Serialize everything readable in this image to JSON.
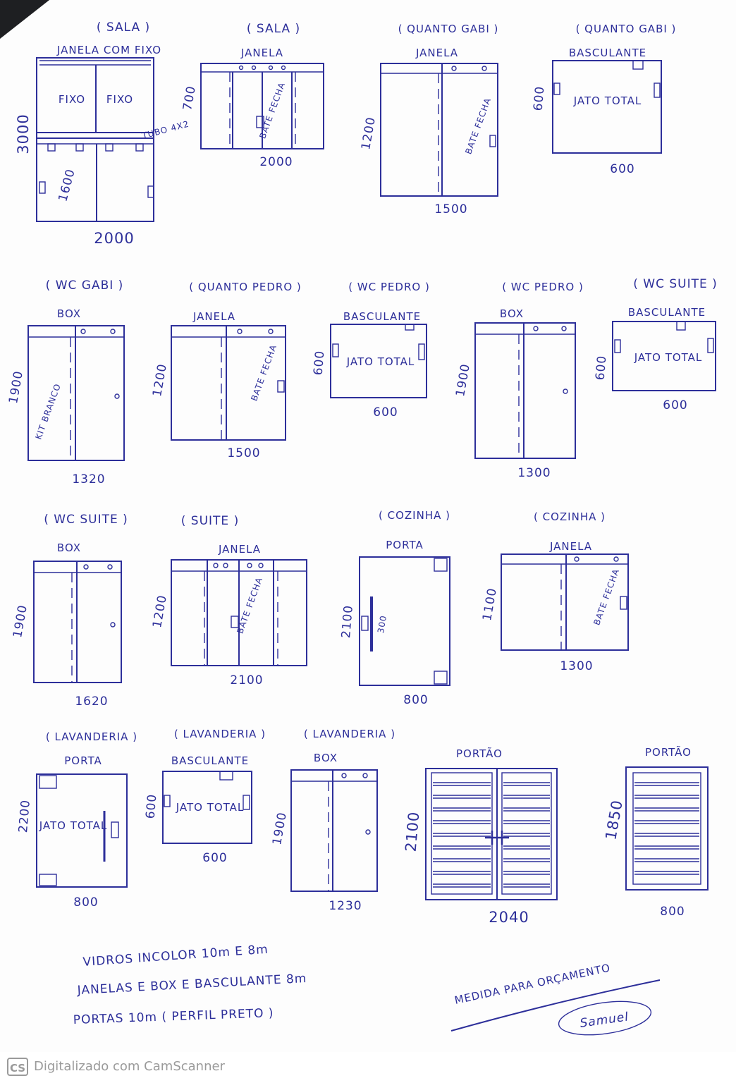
{
  "items": [
    {
      "room": "( SALA )",
      "type": "JANELA COM FIXO",
      "height": "3000",
      "width": "2000",
      "inner_height": "1600",
      "label_1": "FIXO",
      "label_2": "FIXO",
      "note": "TUBO 4X2"
    },
    {
      "room": "( SALA )",
      "type": "JANELA",
      "height": "700",
      "width": "2000",
      "note": "BATE FECHA"
    },
    {
      "room": "( QUANTO GABI )",
      "type": "JANELA",
      "height": "1200",
      "width": "1500",
      "note": "BATE FECHA"
    },
    {
      "room": "( QUANTO GABI )",
      "type": "BASCULANTE",
      "height": "600",
      "width": "600",
      "note": "JATO TOTAL"
    },
    {
      "room": "( WC GABI )",
      "type": "BOX",
      "height": "1900",
      "width": "1320",
      "note": "KIT BRANCO"
    },
    {
      "room": "( QUANTO PEDRO )",
      "type": "JANELA",
      "height": "1200",
      "width": "1500",
      "note": "BATE FECHA"
    },
    {
      "room": "( WC PEDRO )",
      "type": "BASCULANTE",
      "height": "600",
      "width": "600",
      "note": "JATO TOTAL"
    },
    {
      "room": "( WC PEDRO )",
      "type": "BOX",
      "height": "1900",
      "width": "1300"
    },
    {
      "room": "( WC SUITE )",
      "type": "BASCULANTE",
      "height": "600",
      "width": "600",
      "note": "JATO TOTAL"
    },
    {
      "room": "( WC SUITE )",
      "type": "BOX",
      "height": "1900",
      "width": "1620"
    },
    {
      "room": "( SUITE )",
      "type": "JANELA",
      "height": "1200",
      "width": "2100",
      "note": "BATE FECHA"
    },
    {
      "room": "( COZINHA )",
      "type": "PORTA",
      "height": "2100",
      "width": "800",
      "note": "300"
    },
    {
      "room": "( COZINHA )",
      "type": "JANELA",
      "height": "1100",
      "width": "1300",
      "note": "BATE FECHA"
    },
    {
      "room": "( LAVANDERIA )",
      "type": "PORTA",
      "height": "2200",
      "width": "800",
      "note": "JATO TOTAL"
    },
    {
      "room": "( LAVANDERIA )",
      "type": "BASCULANTE",
      "height": "600",
      "width": "600",
      "note": "JATO TOTAL"
    },
    {
      "room": "( LAVANDERIA )",
      "type": "BOX",
      "height": "1900",
      "width": "1230"
    },
    {
      "room": "",
      "type": "PORTÃO",
      "height": "2100",
      "width": "2040"
    },
    {
      "room": "",
      "type": "PORTÃO",
      "height": "1850",
      "width": "800"
    }
  ],
  "notes": {
    "line1": "VIDROS INCOLOR 10m E 8m",
    "line2": "JANELAS E BOX E BASCULANTE 8m",
    "line3": "PORTAS 10m ( PERFIL PRETO )",
    "side": "MEDIDA PARA ORÇAMENTO",
    "signature": "Samuel"
  },
  "footer": {
    "logo": "CS",
    "text": "Digitalizado com CamScanner"
  },
  "colors": {
    "ink": "#2d2f9a",
    "footer_text": "#9a9a9a"
  }
}
